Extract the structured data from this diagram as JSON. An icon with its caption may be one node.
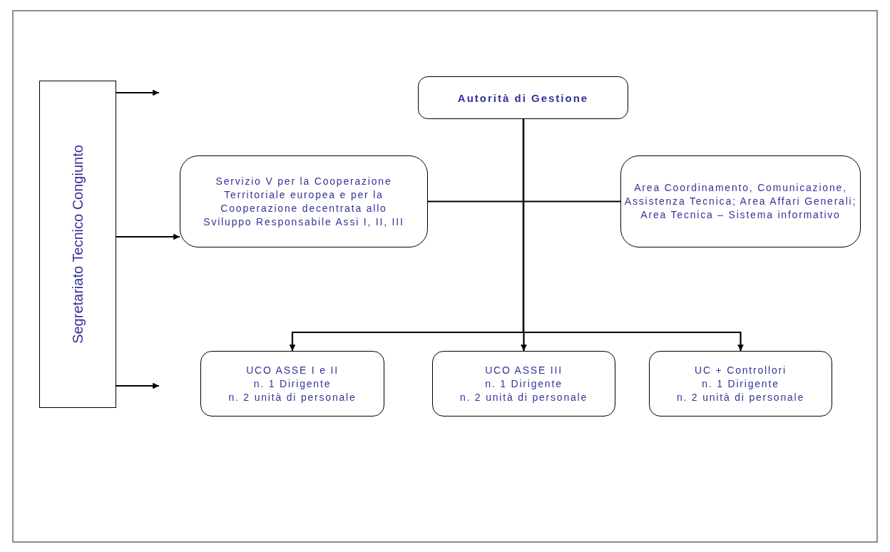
{
  "diagram": {
    "nodes": [
      {
        "text": [
          "Autorità di Gestione"
        ]
      },
      {
        "text": [
          "Servizio V per la Cooperazione Territoriale europea e per la Cooperazione decentrata allo Sviluppo  Responsabile Assi I, II, III"
        ]
      },
      {
        "text": [
          "Area Coordinamento, Comunicazione, Assistenza Tecnica; Area Affari Generali; Area Tecnica – Sistema informativo"
        ]
      },
      {
        "text": [
          "UCO ASSE I e II",
          "n. 1 Dirigente",
          "n. 2 unità di personale"
        ]
      },
      {
        "text": [
          "UCO ASSE III",
          "n. 1 Dirigente",
          "n. 2 unità di personale"
        ]
      },
      {
        "text": [
          "UC + Controllori",
          "n. 1 Dirigente",
          "n. 2 unità di personale"
        ]
      },
      {
        "text": [
          "Segretariato Tecnico Congiunto"
        ]
      }
    ],
    "edges": [
      {
        "from": 1,
        "to": 2,
        "arrow": "none"
      },
      {
        "from": 0,
        "to": 3,
        "arrow": "to"
      },
      {
        "from": 0,
        "to": 4,
        "arrow": "to"
      },
      {
        "from": 0,
        "to": 5,
        "arrow": "to"
      },
      {
        "from": 6,
        "to": null,
        "arrow": "to"
      },
      {
        "from": 6,
        "to": 1,
        "arrow": "to"
      },
      {
        "from": 6,
        "to": null,
        "arrow": "to"
      }
    ]
  }
}
